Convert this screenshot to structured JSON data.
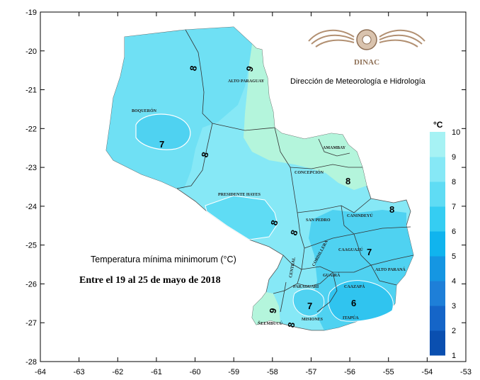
{
  "agency": {
    "logo_name": "DINAC",
    "subtitle": "Dirección de Meteorología e Hidrología"
  },
  "title": {
    "line1": "Temperatura mínima minimorum (°C)",
    "line2": "Entre el 19 al 25 de mayo de 2018"
  },
  "axes": {
    "x_ticks": [
      "-64",
      "-63",
      "-62",
      "-61",
      "-60",
      "-59",
      "-58",
      "-57",
      "-56",
      "-55",
      "-54",
      "-53"
    ],
    "y_ticks": [
      "-19",
      "-20",
      "-21",
      "-22",
      "-23",
      "-24",
      "-25",
      "-26",
      "-27",
      "-28"
    ]
  },
  "legend": {
    "unit": "°C",
    "values": [
      "1",
      "2",
      "3",
      "4",
      "5",
      "6",
      "7",
      "8",
      "9",
      "10"
    ],
    "colors": [
      "#0a4fb0",
      "#1565c8",
      "#1e7fd8",
      "#1596e2",
      "#10b4ee",
      "#35cdf2",
      "#5fdcf4",
      "#86e8f6",
      "#a6f2f4",
      "#b4f5dc"
    ]
  },
  "departments": [
    {
      "name": "ALTO PARAGUAY"
    },
    {
      "name": "BOQUERÓN"
    },
    {
      "name": "PRESIDENTE HAYES"
    },
    {
      "name": "CONCEPCIÓN"
    },
    {
      "name": "AMAMBAY"
    },
    {
      "name": "SAN PEDRO"
    },
    {
      "name": "CANINDEYÚ"
    },
    {
      "name": "CAAGUAZÚ"
    },
    {
      "name": "CORDILLERA"
    },
    {
      "name": "CENTRAL"
    },
    {
      "name": "GUAIRÁ"
    },
    {
      "name": "PARAGUARÍ"
    },
    {
      "name": "CAAZAPÁ"
    },
    {
      "name": "ALTO PARANÁ"
    },
    {
      "name": "MISIONES"
    },
    {
      "name": "ÑEEMBUCÚ"
    },
    {
      "name": "ITAPÚA"
    }
  ],
  "contour_labels": [
    "8",
    "9",
    "7",
    "8",
    "8",
    "8",
    "8",
    "8",
    "7",
    "7",
    "6",
    "8",
    "9"
  ]
}
